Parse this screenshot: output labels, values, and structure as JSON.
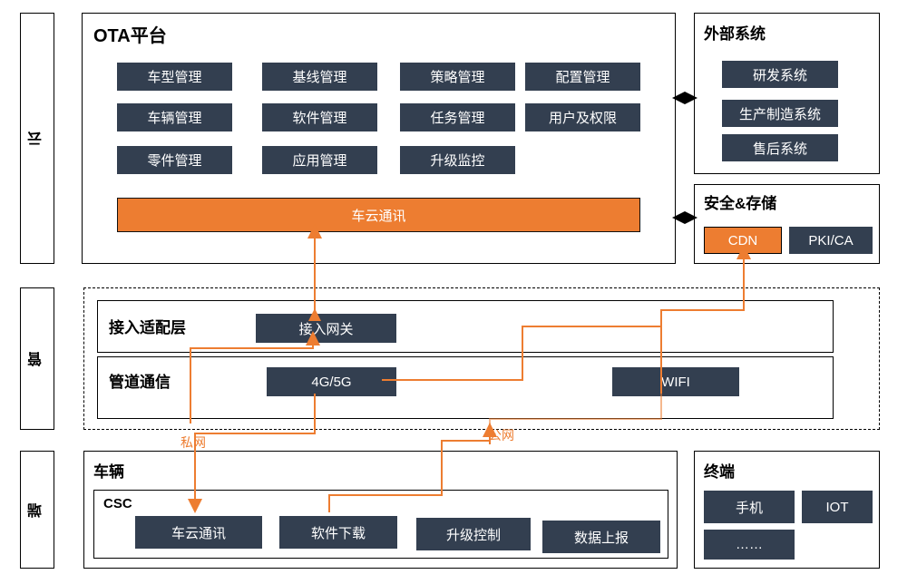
{
  "colors": {
    "chip_dark": "#333f50",
    "accent_orange": "#ED7D31",
    "outline": "#000000",
    "background": "#ffffff"
  },
  "layers": [
    {
      "id": "cloud",
      "label": "云"
    },
    {
      "id": "pipe",
      "label": "管"
    },
    {
      "id": "terminal",
      "label": "端"
    }
  ],
  "panels": {
    "ota": {
      "title": "OTA平台",
      "chips": [
        "车型管理",
        "基线管理",
        "策略管理",
        "配置管理",
        "车辆管理",
        "软件管理",
        "任务管理",
        "用户及权限",
        "零件管理",
        "应用管理",
        "升级监控"
      ],
      "bus": "车云通讯"
    },
    "external": {
      "title": "外部系统",
      "chips": [
        "研发系统",
        "生产制造系统",
        "售后系统"
      ]
    },
    "security": {
      "title": "安全&存储",
      "chips": [
        "CDN",
        "PKI/CA"
      ]
    },
    "access_adapt": {
      "title": "接入适配层",
      "chips": [
        "接入网关"
      ]
    },
    "pipe_comm": {
      "title": "管道通信",
      "chips": [
        "4G/5G",
        "WIFI"
      ]
    },
    "vehicle": {
      "title": "车辆",
      "subtitle": "CSC",
      "chips": [
        "车云通讯",
        "软件下载",
        "升级控制",
        "数据上报"
      ]
    },
    "terminal": {
      "title": "终端",
      "chips": [
        "手机",
        "IOT",
        "……"
      ]
    }
  },
  "wires": {
    "private_label": "私网",
    "public_label": "公网"
  }
}
